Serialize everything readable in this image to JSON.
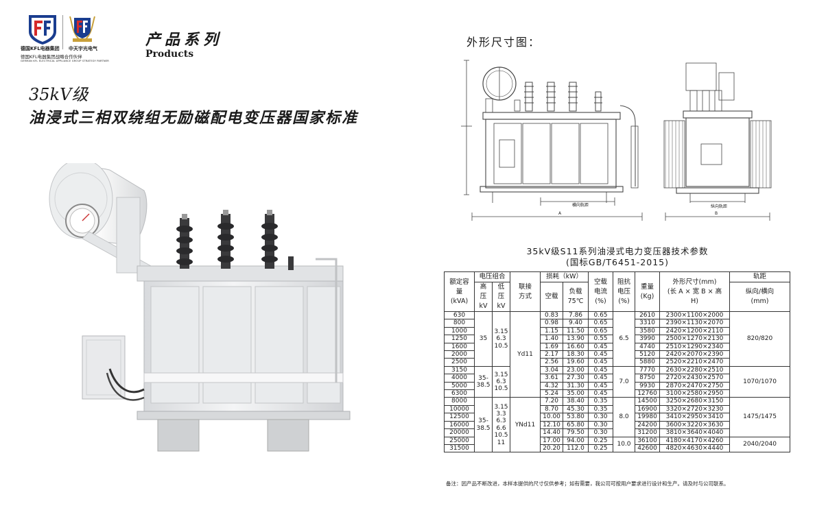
{
  "brand": {
    "caption_left": "德国KFL电器集团",
    "caption_right": "中天宇光电气",
    "caption_partner": "德国KFL电器集团战略合作伙伴",
    "caption_partner_en": "GERMAN KFL ELECTRICAL APPLIANCE GROUP STRATEGY PARTNER"
  },
  "header": {
    "section_cn": "产品系列",
    "section_en": "Products",
    "title_line1": "35kV级",
    "title_line2": "油浸式三相双绕组无励磁配电变压器国家标准"
  },
  "drawing": {
    "title": "外形尺寸图：",
    "front_rail_label": "横向轨距",
    "side_rail_label": "纵向轨距",
    "dim_a": "A",
    "dim_b": "B"
  },
  "table": {
    "title": "35kV级S11系列油浸式电力变压器技术参数",
    "subtitle": "(国标GB/T6451-2015)",
    "headers": {
      "capacity": [
        "额定容",
        "量",
        "(kVA)"
      ],
      "voltage_group": "电压组合",
      "hv": [
        "高",
        "压",
        "kV"
      ],
      "lv": [
        "低",
        "压",
        "kV"
      ],
      "connection": [
        "联接",
        "方式"
      ],
      "loss_group": "损耗（kW）",
      "noload": "空载",
      "load": [
        "负载",
        "75℃"
      ],
      "noload_current": [
        "空载",
        "电流",
        "(%)"
      ],
      "impedance": [
        "阻抗",
        "电压",
        "(%)"
      ],
      "weight": [
        "重量",
        "(Kg)"
      ],
      "dimensions": [
        "外形尺寸(mm)",
        "(长 A × 宽 B × 高",
        "H)"
      ],
      "gauge_group": "轨距",
      "gauge": [
        "纵向/横向",
        "(mm)"
      ]
    },
    "rows": [
      {
        "cap": "630",
        "p0": "0.83",
        "pk": "7.86",
        "i0": "0.65",
        "w": "2610",
        "dim": "2300×1100×2000"
      },
      {
        "cap": "800",
        "p0": "0.98",
        "pk": "9.40",
        "i0": "0.65",
        "w": "3310",
        "dim": "2390×1130×2070"
      },
      {
        "cap": "1000",
        "p0": "1.15",
        "pk": "11.50",
        "i0": "0.65",
        "w": "3580",
        "dim": "2420×1200×2110"
      },
      {
        "cap": "1250",
        "p0": "1.40",
        "pk": "13.90",
        "i0": "0.55",
        "w": "3990",
        "dim": "2500×1270×2130"
      },
      {
        "cap": "1600",
        "p0": "1.69",
        "pk": "16.60",
        "i0": "0.45",
        "w": "4740",
        "dim": "2510×1290×2340"
      },
      {
        "cap": "2000",
        "p0": "2.17",
        "pk": "18.30",
        "i0": "0.45",
        "w": "5120",
        "dim": "2420×2070×2390"
      },
      {
        "cap": "2500",
        "p0": "2.56",
        "pk": "19.60",
        "i0": "0.45",
        "w": "5880",
        "dim": "2520×2210×2470"
      },
      {
        "cap": "3150",
        "p0": "3.04",
        "pk": "23.00",
        "i0": "0.45",
        "w": "7770",
        "dim": "2630×2280×2510"
      },
      {
        "cap": "4000",
        "p0": "3.61",
        "pk": "27.30",
        "i0": "0.45",
        "w": "8750",
        "dim": "2720×2430×2570"
      },
      {
        "cap": "5000",
        "p0": "4.32",
        "pk": "31.30",
        "i0": "0.45",
        "w": "9930",
        "dim": "2870×2470×2750"
      },
      {
        "cap": "6300",
        "p0": "5.24",
        "pk": "35.00",
        "i0": "0.45",
        "w": "12760",
        "dim": "3100×2580×2950"
      },
      {
        "cap": "8000",
        "p0": "7.20",
        "pk": "38.40",
        "i0": "0.35",
        "w": "14500",
        "dim": "3250×2680×3150"
      },
      {
        "cap": "10000",
        "p0": "8.70",
        "pk": "45.30",
        "i0": "0.35",
        "w": "16900",
        "dim": "3320×2720×3230"
      },
      {
        "cap": "12500",
        "p0": "10.00",
        "pk": "53.80",
        "i0": "0.30",
        "w": "19980",
        "dim": "3410×2950×3410"
      },
      {
        "cap": "16000",
        "p0": "12.10",
        "pk": "65.80",
        "i0": "0.30",
        "w": "24200",
        "dim": "3600×3220×3630"
      },
      {
        "cap": "20000",
        "p0": "14.40",
        "pk": "79.50",
        "i0": "0.30",
        "w": "31200",
        "dim": "3810×3640×4040"
      },
      {
        "cap": "25000",
        "p0": "17.00",
        "pk": "94.00",
        "i0": "0.25",
        "w": "36100",
        "dim": "4180×4170×4260"
      },
      {
        "cap": "31500",
        "p0": "20.20",
        "pk": "112.0",
        "i0": "0.25",
        "w": "42600",
        "dim": "4820×4630×4440"
      }
    ],
    "merged": {
      "hv_a": "35",
      "hv_b": "35-38.5",
      "hv_c": "35-38.5",
      "lv_a": "3.15\n6.3\n10.5",
      "lv_b": "3.15\n6.3\n10.5",
      "lv_c": "3.15\n3.3\n6.3\n6.6\n10.5\n11",
      "conn_a": "Yd11",
      "conn_b": "YNd11",
      "uk_a": "6.5",
      "uk_b": "7.0",
      "uk_c": "8.0",
      "uk_d": "10.0",
      "gauge_a": "820/820",
      "gauge_b": "1070/1070",
      "gauge_c": "1475/1475",
      "gauge_d": "2040/2040"
    }
  },
  "note": "备注：因产品不断改进，本样本提供的尺寸仅供参考；如有需要，我公司可按用户要求进行设计和生产。请及时与公司联系。",
  "colors": {
    "brand_red": "#d42a2a",
    "brand_blue": "#1a3d8f",
    "brand_gold": "#c8a03a",
    "body_gray": "#e9eaec"
  }
}
